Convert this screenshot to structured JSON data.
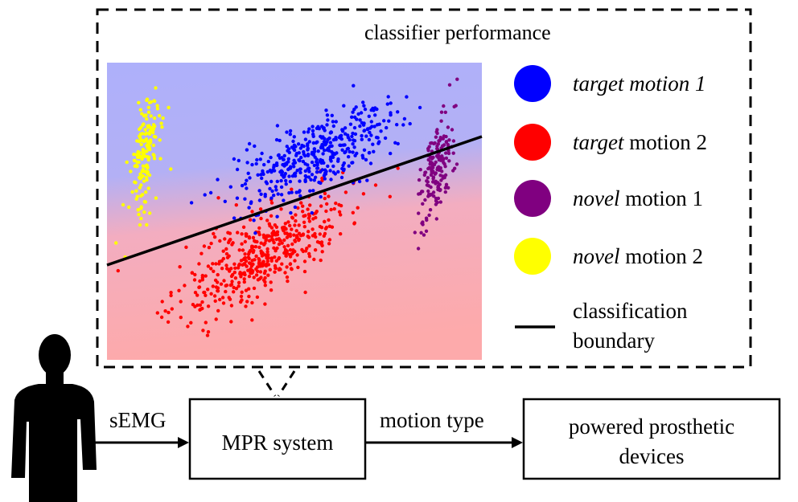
{
  "panel": {
    "title": "classifier performance"
  },
  "colors": {
    "target_motion_1": "#0000ff",
    "target_motion_2": "#ff0000",
    "novel_motion_1": "#800080",
    "novel_motion_2": "#ffff00",
    "boundary": "#000000",
    "region_upper": "#aeb0fb",
    "region_lower": "#fdaaab"
  },
  "legend": {
    "target_motion_1": {
      "italic": "target motion 1",
      "rest": ""
    },
    "target_motion_2": {
      "italic": "target",
      "rest": " motion 2"
    },
    "novel_motion_1": {
      "italic": "novel",
      "rest": " motion 1"
    },
    "novel_motion_2": {
      "italic": "novel",
      "rest": " motion 2"
    },
    "boundary_line1": "classification",
    "boundary_line2": "boundary"
  },
  "flow": {
    "input_label": "sEMG",
    "mpr_box": "MPR system",
    "output_label": "motion type",
    "device_line1": "powered prosthetic",
    "device_line2": "devices"
  },
  "icons": {
    "person": "person-silhouette-icon"
  }
}
